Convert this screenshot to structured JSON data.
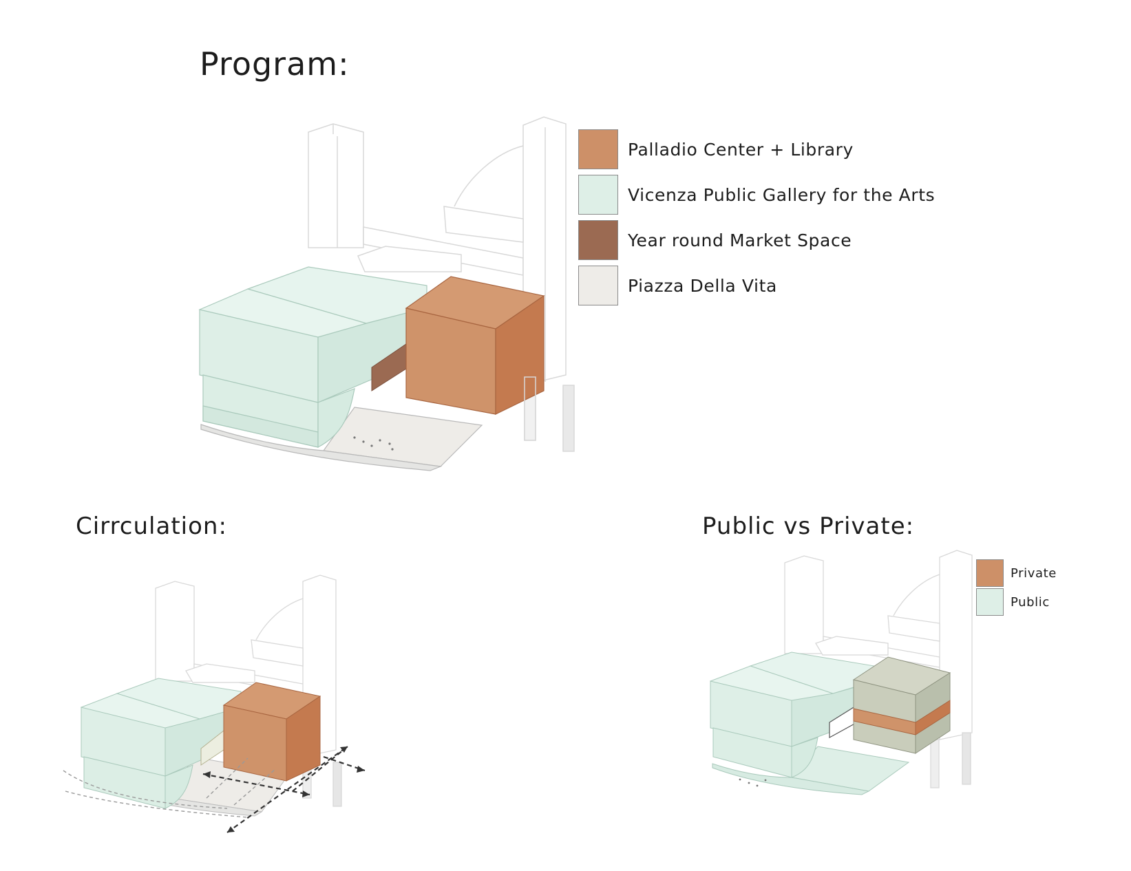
{
  "titles": {
    "program": "Program:",
    "circulation": "Cirrculation:",
    "public_private": "Public vs Private:"
  },
  "program_legend": [
    {
      "label": "Palladio Center + Library",
      "color": "#cd9068"
    },
    {
      "label": "Vicenza Public Gallery for the Arts",
      "color": "#deefe7"
    },
    {
      "label": "Year round Market Space",
      "color": "#9b6a52"
    },
    {
      "label": "Piazza Della Vita",
      "color": "#eeece8"
    }
  ],
  "public_private_legend": [
    {
      "label": "Private",
      "color": "#cd9068"
    },
    {
      "label": "Public",
      "color": "#deefe7"
    }
  ],
  "colors": {
    "gallery_front": "#deefe7",
    "gallery_top": "#e6f4ee",
    "gallery_side": "#d2e8de",
    "palladio_front": "#cf936a",
    "palladio_top": "#d49a72",
    "palladio_side": "#c47a4f",
    "market": "#9b6a52",
    "piazza": "#eeece8",
    "context_line": "#d8d8d8",
    "arrow": "#333333",
    "arrow_light": "#9a9a9a",
    "private_grey_front": "#c9cdbb",
    "private_grey_top": "#d3d6c6",
    "private_grey_side": "#b9bfac"
  }
}
